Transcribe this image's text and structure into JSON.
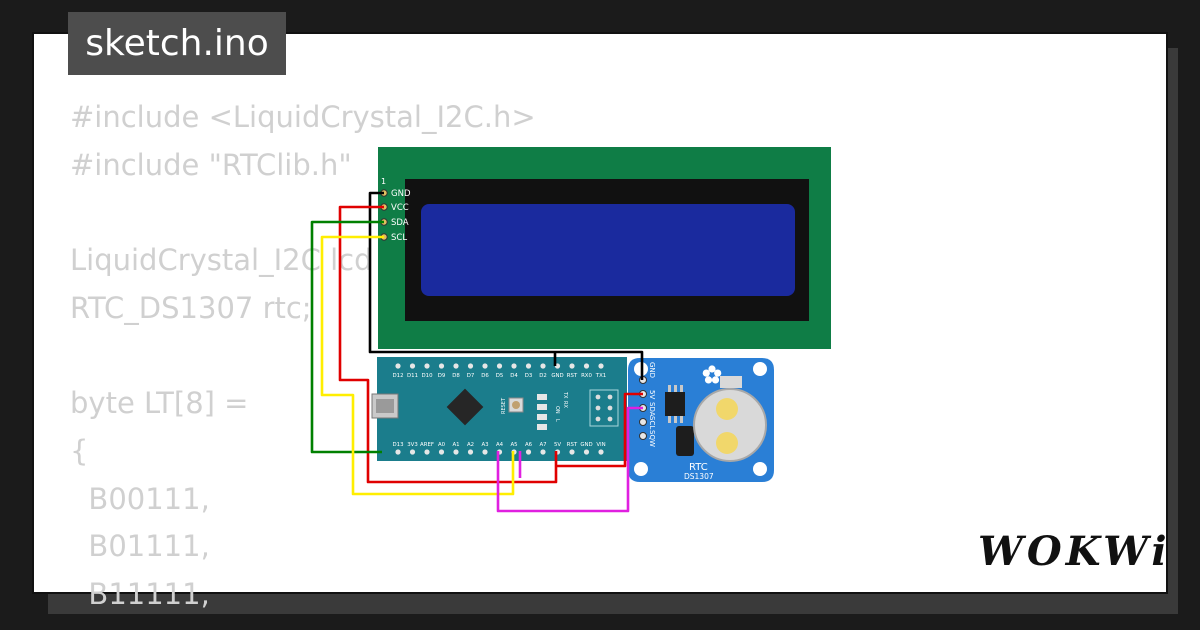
{
  "file_tab": {
    "label": "sketch.ino"
  },
  "code_lines": [
    "#include <LiquidCrystal_I2C.h>",
    "#include \"RTClib.h\"",
    "",
    "LiquidCrystal_I2C lcd",
    "RTC_DS1307 rtc;",
    "",
    "byte LT[8] =",
    "{",
    "  B00111,",
    "  B01111,",
    "  B11111,"
  ],
  "lcd": {
    "pin_index": "1",
    "pins": [
      "GND",
      "VCC",
      "SDA",
      "SCL"
    ],
    "colors": {
      "pcb": "#0f7d46",
      "frame": "#111111",
      "screen": "#1a2a9e"
    }
  },
  "nano": {
    "top_pins": [
      "D12",
      "D11",
      "D10",
      "D9",
      "D8",
      "D7",
      "D6",
      "D5",
      "D4",
      "D3",
      "D2",
      "GND",
      "RST",
      "RX0",
      "TX1"
    ],
    "bottom_pins": [
      "D13",
      "3V3",
      "AREF",
      "A0",
      "A1",
      "A2",
      "A3",
      "A4",
      "A5",
      "A6",
      "A7",
      "5V",
      "RST",
      "GND",
      "VIN"
    ],
    "leds": [
      "TX",
      "RX",
      "ON",
      "L"
    ],
    "reset_label": "RESET",
    "color": "#1b7d8c"
  },
  "rtc": {
    "title": "RTC",
    "chip": "DS1307",
    "pins": [
      "GND",
      "5V",
      "SDA",
      "SCL",
      "SQW"
    ],
    "color": "#2a7fd6"
  },
  "wires": {
    "gnd": "#000000",
    "vcc": "#e00000",
    "sda": "#008000",
    "scl": "#ffee00",
    "magenta": "#e020e0"
  },
  "brand": {
    "logo_text": "WOKWi"
  }
}
